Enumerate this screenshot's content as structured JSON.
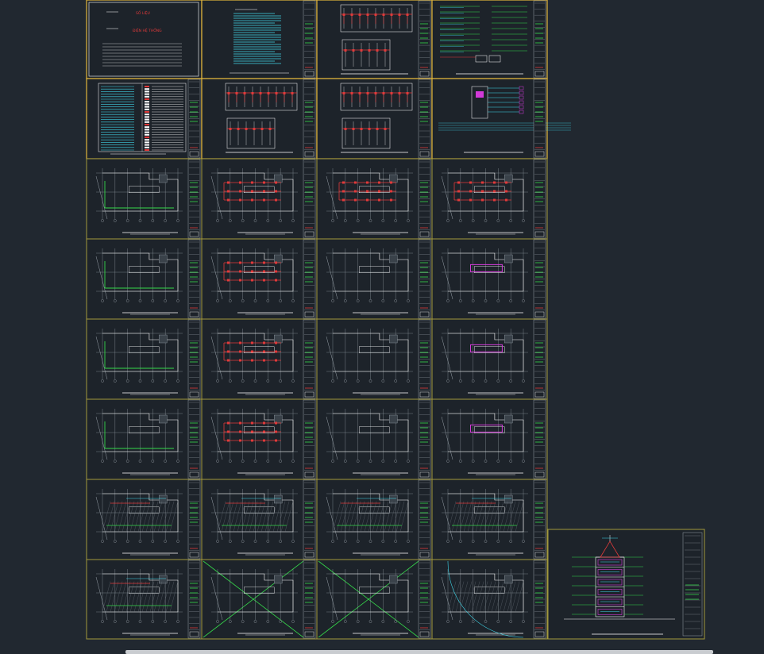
{
  "colors": {
    "background": "#212830",
    "frame": "#a39a3c",
    "frame_highlight": "#e2b63c",
    "sheet_bg": "#1d232a",
    "grid_line": "#9aa3ab",
    "cyan": "#3fd6e8",
    "red": "#e03a3a",
    "green": "#35d84a",
    "magenta": "#d23ad8",
    "white": "#ffffff",
    "text_white": "#e6e6e6"
  },
  "sheet_groups": {
    "row0": [
      "cover-sheet",
      "notes-sheet",
      "riser-diagram-sheet",
      "wiring-diagram-sheet"
    ],
    "row1": [
      "legend-sheet",
      "riser-diagram-sheet",
      "riser-diagram-sheet",
      "wiring-diagram-sheet"
    ],
    "plan_rows": 5,
    "bottom_row": [
      "plan-sheet",
      "void-sheet",
      "void-sheet",
      "plan-sheet"
    ],
    "elevation_sheet": "building-elevation-sheet"
  },
  "drawing_text": {
    "cover_line1": "SỐ LIỆU",
    "cover_line2": "ĐIỆN HỆ THỐNG"
  }
}
